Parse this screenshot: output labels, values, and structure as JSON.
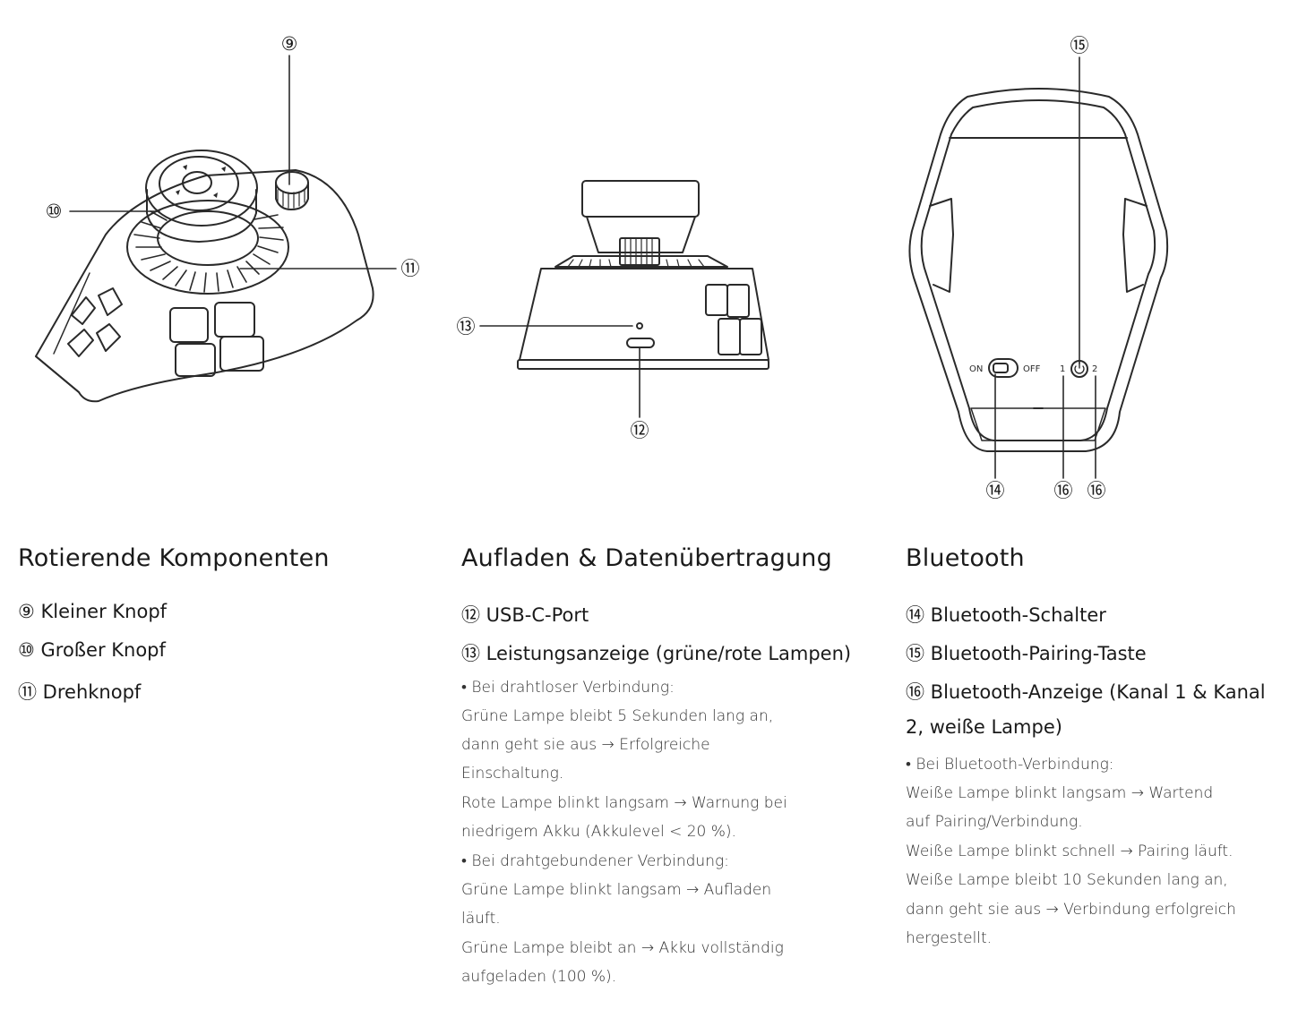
{
  "callouts": {
    "c9": "⑨",
    "c10": "⑩",
    "c11": "⑪",
    "c12": "⑫",
    "c13": "⑬",
    "c14": "⑭",
    "c15": "⑮",
    "c16a": "⑯",
    "c16b": "⑯"
  },
  "device_labels": {
    "on": "ON",
    "off": "OFF",
    "ch1": "1",
    "ch2": "2"
  },
  "columns": [
    {
      "title": "Rotierende Komponenten",
      "items": [
        "⑨ Kleiner Knopf",
        "⑩ Großer Knopf",
        "⑪ Drehknopf"
      ]
    },
    {
      "title": "Aufladen & Datenübertragung",
      "items": [
        "⑫ USB-C-Port",
        "⑬ Leistungsanzeige (grüne/rote Lampen)"
      ],
      "desc": [
        "• Bei drahtloser Verbindung:",
        "Grüne Lampe bleibt 5 Sekunden lang an,",
        "dann geht sie aus → Erfolgreiche",
        "Einschaltung.",
        "Rote Lampe blinkt langsam → Warnung bei",
        "niedrigem Akku (Akkulevel < 20 %).",
        "• Bei drahtgebundener Verbindung:",
        "Grüne Lampe blinkt langsam → Aufladen",
        "läuft.",
        "Grüne Lampe bleibt an → Akku vollständig",
        "aufgeladen (100 %)."
      ]
    },
    {
      "title": "Bluetooth",
      "items": [
        "⑭ Bluetooth-Schalter",
        "⑮ Bluetooth-Pairing-Taste",
        "⑯ Bluetooth-Anzeige (Kanal 1 & Kanal",
        "2, weiße Lampe)"
      ],
      "desc": [
        "• Bei Bluetooth-Verbindung:",
        "Weiße Lampe blinkt langsam → Wartend",
        "auf Pairing/Verbindung.",
        "Weiße Lampe blinkt schnell → Pairing läuft.",
        "Weiße Lampe bleibt 10 Sekunden lang an,",
        "dann geht sie aus → Verbindung erfolgreich",
        "hergestellt."
      ]
    }
  ]
}
